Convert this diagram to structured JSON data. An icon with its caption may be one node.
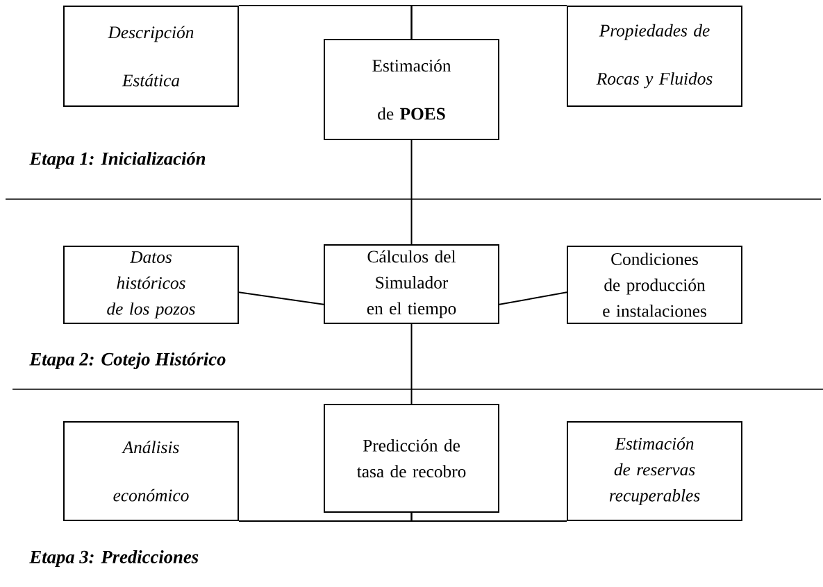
{
  "diagram": {
    "nodes": [
      {
        "text": [
          "Descripción Estática"
        ]
      },
      {
        "text": [
          "Estimación de **POES**"
        ]
      },
      {
        "text": [
          "Propiedades de Rocas y Fluidos"
        ]
      },
      {
        "text": [
          "Datos históricos de los pozos"
        ]
      },
      {
        "text": [
          "Cálculos del Simulador en el tiempo"
        ]
      },
      {
        "text": [
          "Condiciones de producción e instalaciones"
        ]
      },
      {
        "text": [
          "Análisis económico"
        ]
      },
      {
        "text": [
          "Predicción de tasa de recobro"
        ]
      },
      {
        "text": [
          "Estimación de reservas recuperables"
        ]
      }
    ],
    "edges": [
      {
        "from": 0,
        "to": 1,
        "arrow": "none"
      },
      {
        "from": 2,
        "to": 1,
        "arrow": "none"
      },
      {
        "from": 1,
        "to": 4,
        "arrow": "none"
      },
      {
        "from": 3,
        "to": 4,
        "arrow": "none"
      },
      {
        "from": 5,
        "to": 4,
        "arrow": "none"
      },
      {
        "from": 4,
        "to": 7,
        "arrow": "none"
      },
      {
        "from": 6,
        "to": 7,
        "arrow": "none"
      },
      {
        "from": 8,
        "to": 7,
        "arrow": "none"
      }
    ],
    "labels": [
      "Etapa 1: Inicialización",
      "Etapa 2: Cotejo Histórico",
      "Etapa 3: Predicciones"
    ]
  }
}
